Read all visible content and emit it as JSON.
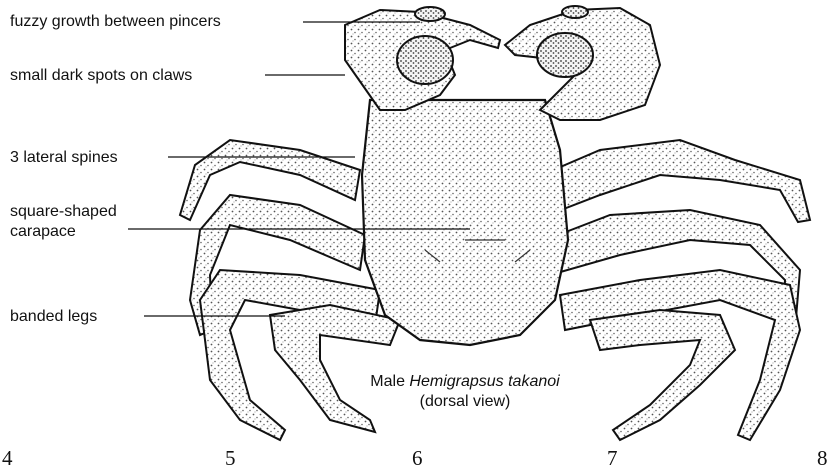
{
  "annotations": {
    "fuzzy_growth": "fuzzy growth between pincers",
    "dark_spots": "small dark spots on claws",
    "lateral_spines": "3 lateral spines",
    "carapace_line1": "square-shaped",
    "carapace_line2": "carapace",
    "banded_legs": "banded legs"
  },
  "caption": {
    "prefix": "Male ",
    "species": "Hemigrapsus takanoi",
    "view": "(dorsal view)"
  },
  "leg_numbers": [
    "4",
    "5",
    "6",
    "7",
    "8"
  ],
  "colors": {
    "ink": "#111111",
    "stipple": "#555555",
    "background": "#ffffff"
  }
}
